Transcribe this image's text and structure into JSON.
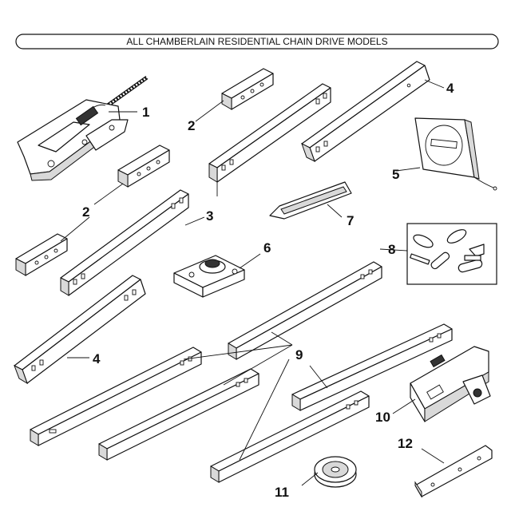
{
  "title": "ALL CHAMBERLAIN RESIDENTIAL CHAIN DRIVE MODELS",
  "callouts": {
    "c1": "1",
    "c2a": "2",
    "c2b": "2",
    "c3": "3",
    "c4a": "4",
    "c4b": "4",
    "c5": "5",
    "c6": "6",
    "c7": "7",
    "c8": "8",
    "c9": "9",
    "c10": "10",
    "c11": "11",
    "c12": "12"
  }
}
